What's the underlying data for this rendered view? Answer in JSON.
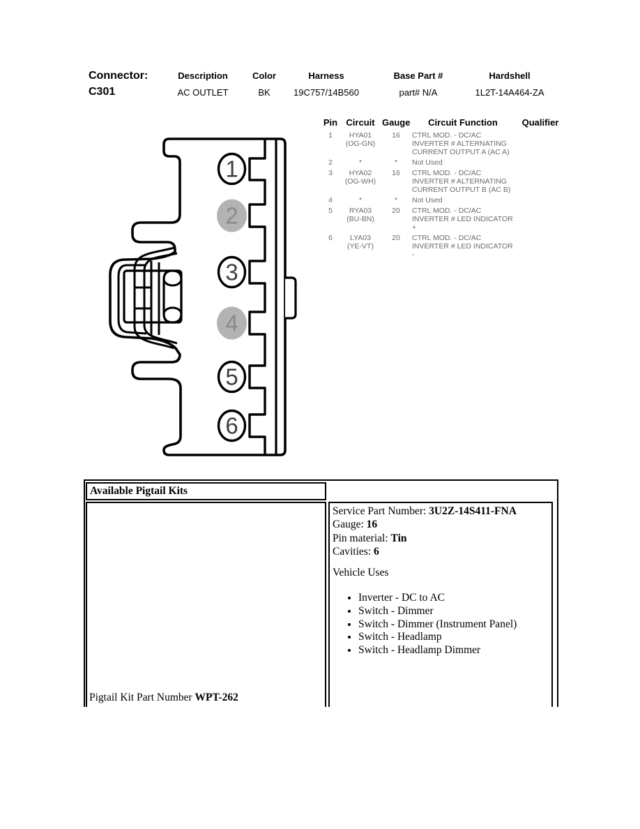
{
  "connector_header": {
    "label": "Connector:",
    "id": "C301",
    "columns": [
      {
        "label": "Description",
        "value": "AC OUTLET"
      },
      {
        "label": "Color",
        "value": "BK"
      },
      {
        "label": "Harness",
        "value": "19C757/14B560"
      },
      {
        "label": "Base Part #",
        "value": "part# N/A"
      },
      {
        "label": "Hardshell",
        "value": "1L2T-14A464-ZA"
      }
    ]
  },
  "pin_table": {
    "headers": [
      "Pin",
      "Circuit",
      "Gauge",
      "Circuit Function",
      "Qualifier"
    ],
    "rows": [
      {
        "pin": "1",
        "circuit": "HYA01",
        "circuit_color": "(OG-GN)",
        "gauge": "16",
        "function_lines": [
          "CTRL MOD. - DC/AC",
          "INVERTER # ALTERNATING",
          "CURRENT OUTPUT A (AC A)"
        ],
        "qualifier": ""
      },
      {
        "pin": "2",
        "circuit": "*",
        "circuit_color": "",
        "gauge": "*",
        "function_lines": [
          "Not Used"
        ],
        "qualifier": ""
      },
      {
        "pin": "3",
        "circuit": "HYA02",
        "circuit_color": "(OG-WH)",
        "gauge": "16",
        "function_lines": [
          "CTRL MOD. - DC/AC",
          "INVERTER # ALTERNATING",
          "CURRENT OUTPUT B (AC B)"
        ],
        "qualifier": ""
      },
      {
        "pin": "4",
        "circuit": "*",
        "circuit_color": "",
        "gauge": "*",
        "function_lines": [
          "Not Used"
        ],
        "qualifier": ""
      },
      {
        "pin": "5",
        "circuit": "RYA03",
        "circuit_color": "(BU-BN)",
        "gauge": "20",
        "function_lines": [
          "CTRL MOD. - DC/AC",
          "INVERTER # LED INDICATOR",
          "+"
        ],
        "qualifier": ""
      },
      {
        "pin": "6",
        "circuit": "LYA03",
        "circuit_color": "(YE-VT)",
        "gauge": "20",
        "function_lines": [
          "CTRL MOD. - DC/AC",
          "INVERTER # LED INDICATOR",
          "-"
        ],
        "qualifier": ""
      }
    ]
  },
  "diagram": {
    "pins": [
      {
        "n": "1",
        "used": true
      },
      {
        "n": "2",
        "used": false
      },
      {
        "n": "3",
        "used": true
      },
      {
        "n": "4",
        "used": false
      },
      {
        "n": "5",
        "used": true
      },
      {
        "n": "6",
        "used": true
      }
    ],
    "colors": {
      "line": "#000000",
      "body_fill": "#ffffff",
      "unused_fill": "#b3b3b3",
      "used_number": "#3f3f3f",
      "unused_number": "#8a8a8a"
    }
  },
  "pigtail": {
    "title": "Available Pigtail Kits",
    "part_label": "Pigtail Kit Part Number ",
    "part_value": "WPT-262",
    "details": [
      {
        "label": "Service Part Number: ",
        "value": "3U2Z-14S411-FNA"
      },
      {
        "label": "Gauge: ",
        "value": "16"
      },
      {
        "label": "Pin material: ",
        "value": "Tin"
      },
      {
        "label": "Cavities: ",
        "value": "6"
      }
    ],
    "vehicle_uses_label": "Vehicle Uses",
    "vehicle_uses": [
      "Inverter - DC to AC",
      "Switch - Dimmer",
      "Switch - Dimmer (Instrument Panel)",
      "Switch - Headlamp",
      "Switch - Headlamp Dimmer"
    ]
  }
}
